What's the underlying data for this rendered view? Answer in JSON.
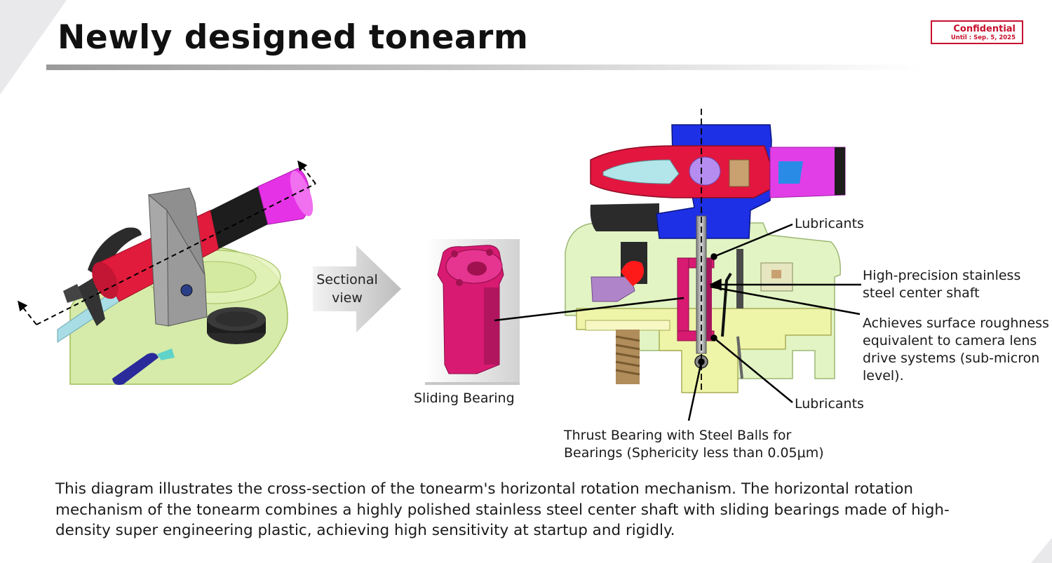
{
  "slide": {
    "title": "Newly designed tonearm",
    "confidential": {
      "label": "Confidential",
      "until": "Until : Sep. 5, 2025",
      "color": "#c8102e"
    },
    "arrow_label": [
      "Sectional",
      "view"
    ],
    "bearing_caption": "Sliding Bearing",
    "callouts": {
      "lubricants_top": "Lubricants",
      "shaft": [
        "High-precision stainless",
        "steel center shaft"
      ],
      "roughness": [
        "Achieves surface roughness",
        "equivalent to camera lens",
        "drive systems (sub-micron",
        "level)."
      ],
      "lubricants_bottom": "Lubricants",
      "thrust": [
        "Thrust Bearing with Steel Balls for",
        "Bearings (Sphericity less than 0.05μm)"
      ]
    },
    "description": "This diagram illustrates the cross-section of the tonearm's horizontal rotation mechanism. The horizontal rotation mechanism of the tonearm combines a highly polished stainless steel center shaft with sliding bearings made of high-density super engineering plastic, achieving high sensitivity at startup and rigidly."
  }
}
